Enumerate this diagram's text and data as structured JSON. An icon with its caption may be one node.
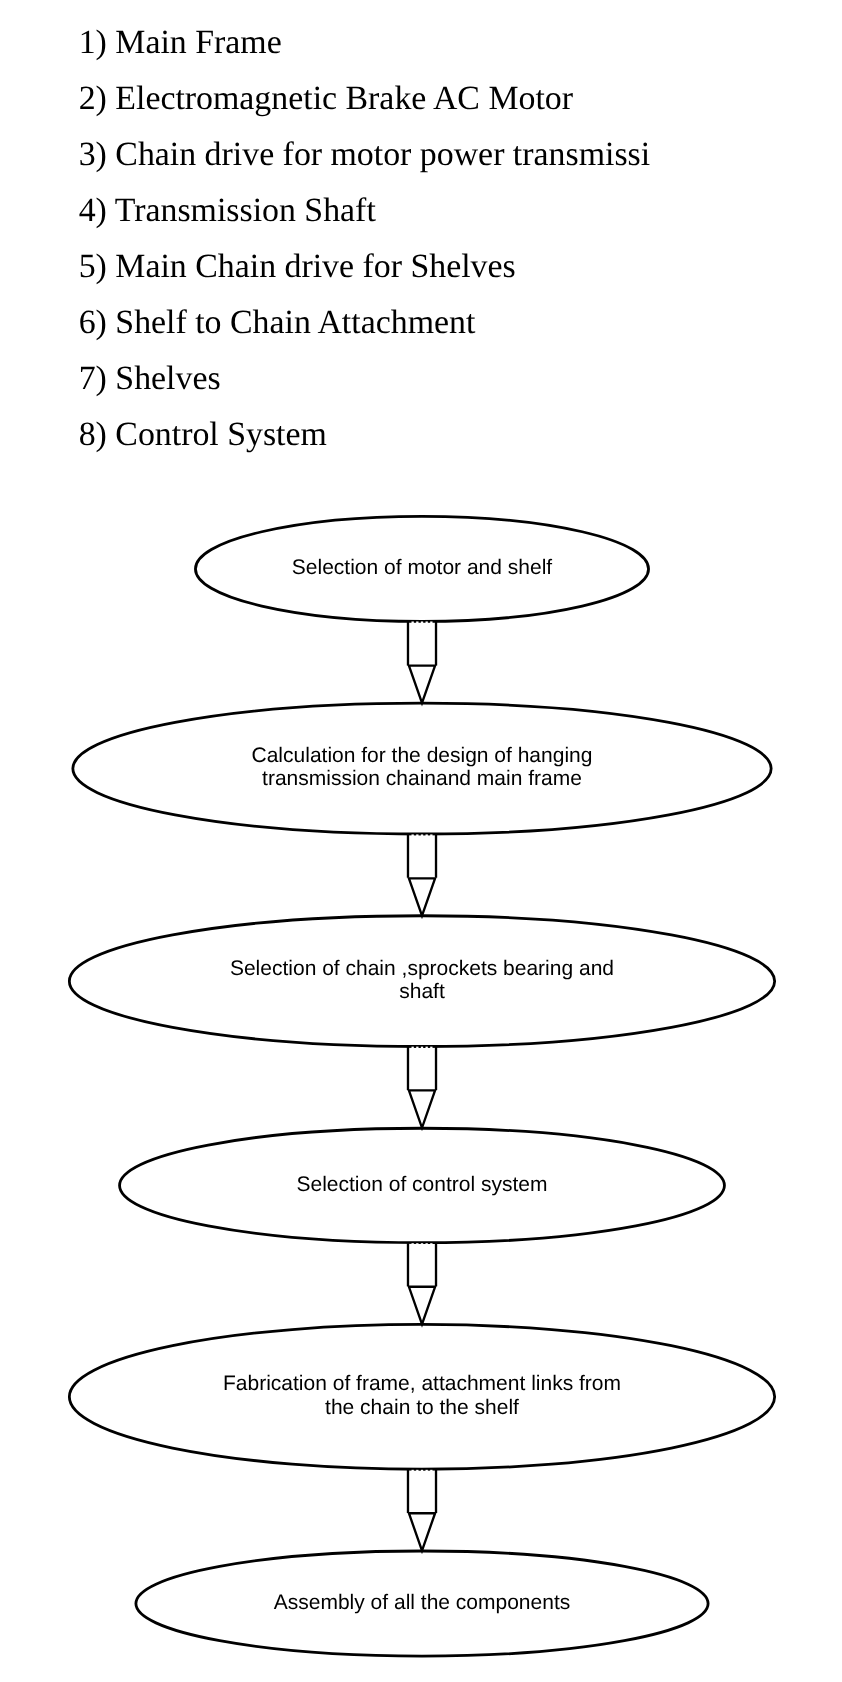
{
  "diagram": {
    "nodes": [
      {
        "text": [
          "Selection of motor and shelf"
        ]
      },
      {
        "text": [
          "Calculation for the design of hanging transmission chainand main frame"
        ]
      },
      {
        "text": [
          "Selection of chain ,sprockets bearing and shaft"
        ]
      },
      {
        "text": [
          "Selection of control system"
        ]
      },
      {
        "text": [
          "Fabrication of frame, attachment links from the chain to the shelf"
        ]
      },
      {
        "text": [
          "Assembly of all the components"
        ]
      }
    ],
    "edges": [
      {
        "from": 0,
        "to": 1,
        "arrow": "to"
      },
      {
        "from": 1,
        "to": 2,
        "arrow": "to"
      },
      {
        "from": 2,
        "to": 3,
        "arrow": "to"
      },
      {
        "from": 3,
        "to": 4,
        "arrow": "to"
      },
      {
        "from": 4,
        "to": 5,
        "arrow": "to"
      }
    ],
    "labels": [
      "1) Main Frame",
      "2) Electromagnetic Brake AC Motor",
      "3) Chain drive for motor power transmissi",
      "4) Transmission Shaft",
      "5) Main Chain drive for Shelves",
      "6) Shelf to Chain Attachment",
      "7) Shelves",
      "8) Control System"
    ]
  }
}
